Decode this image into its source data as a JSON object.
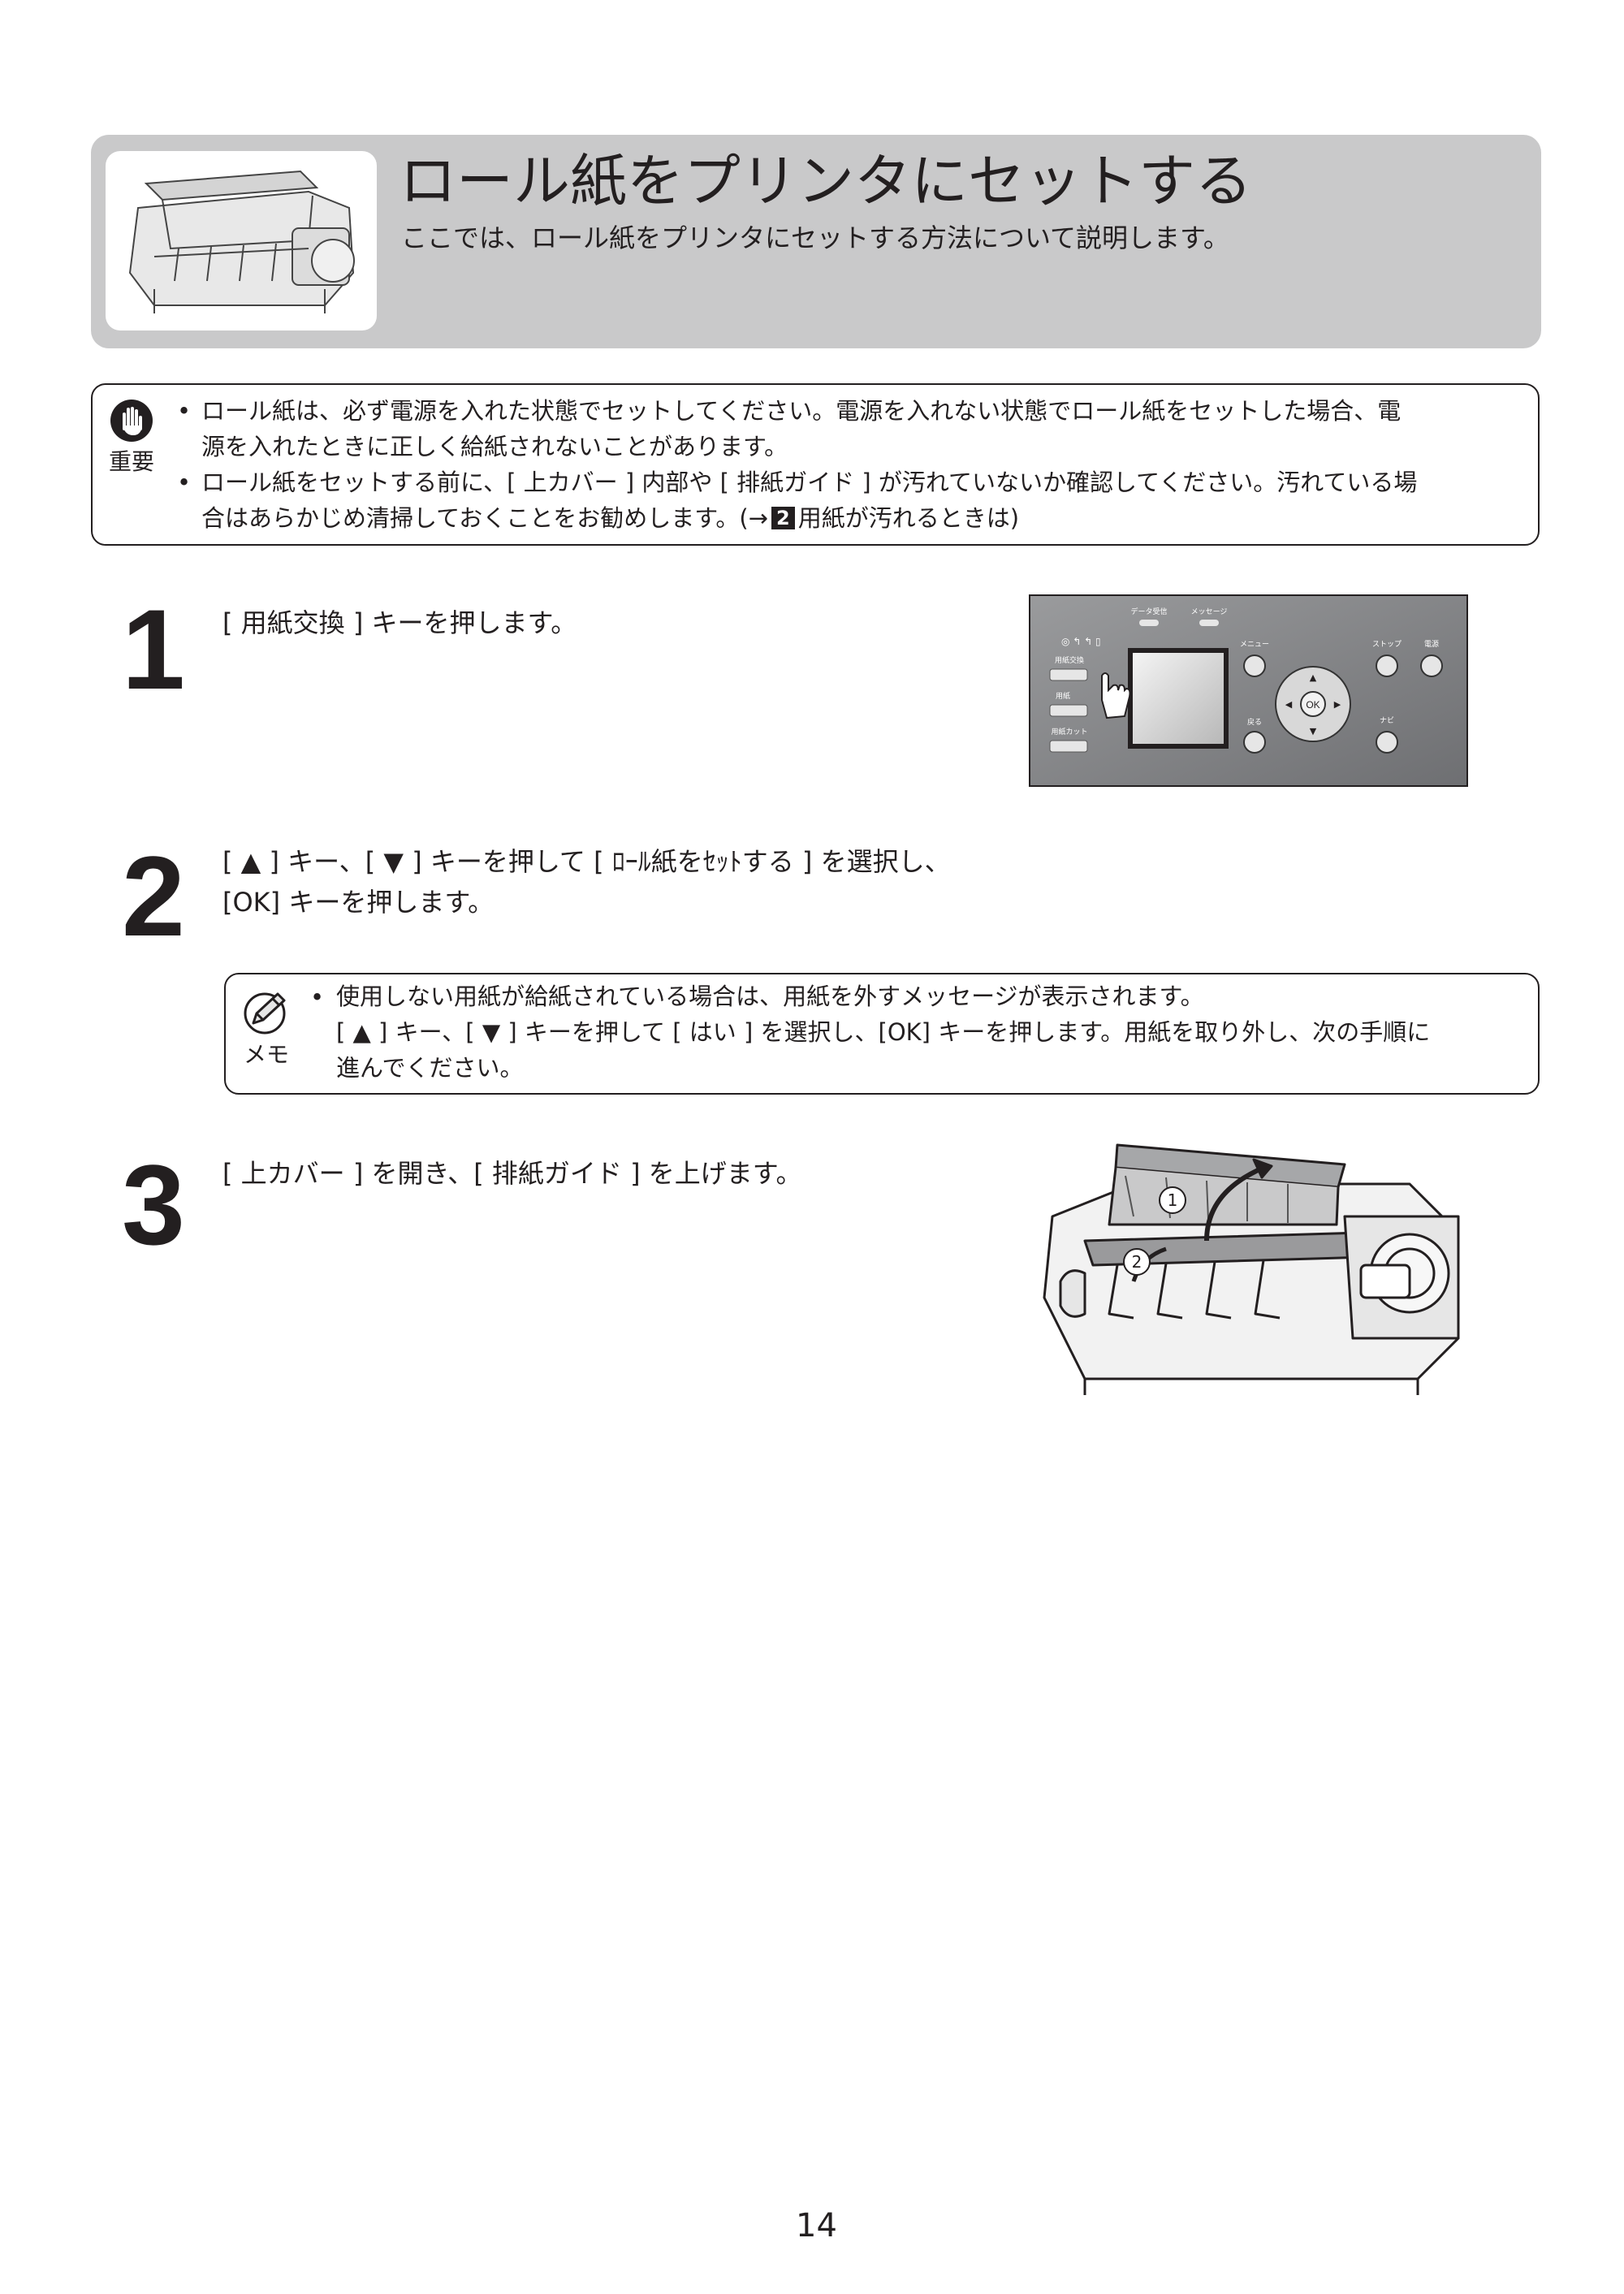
{
  "header": {
    "title": "ロール紙をプリンタにセットする",
    "subtitle": "ここでは、ロール紙をプリンタにセットする方法について説明します。"
  },
  "important": {
    "label": "重要",
    "bullets": [
      {
        "line1": "ロール紙は、必ず電源を入れた状態でセットしてください。電源を入れない状態でロール紙をセットした場合、電",
        "line2": "源を入れたときに正しく給紙されないことがあります。"
      },
      {
        "line1": "ロール紙をセットする前に、[ 上カバー ] 内部や [ 排紙ガイド ] が汚れていないか確認してください。汚れている場",
        "line2_prefix": "合はあらかじめ清掃しておくことをお勧めします。(→",
        "ref_number": "2",
        "line2_suffix": "用紙が汚れるときは)"
      }
    ]
  },
  "steps": [
    {
      "number": "1",
      "text": "[ 用紙交換 ] キーを押します。"
    },
    {
      "number": "2",
      "line1": "[ ▲ ] キー、[ ▼ ] キーを押して [ ﾛｰﾙ紙をｾｯﾄする ] を選択し、",
      "line2": "[OK] キーを押します。"
    },
    {
      "number": "3",
      "text": "[ 上カバー ] を開き、[ 排紙ガイド ] を上げます。"
    }
  ],
  "memo": {
    "label": "メモ",
    "line1": "使用しない用紙が給紙されている場合は、用紙を外すメッセージが表示されます。",
    "line2": "[ ▲ ] キー、[ ▼ ] キーを押して [ はい ] を選択し、[OK] キーを押します。用紙を取り外し、次の手順に",
    "line3": "進んでください。"
  },
  "control_panel": {
    "data_receive": "データ受信",
    "message": "メッセージ",
    "menu": "メニュー",
    "stop": "ストップ",
    "power": "電源",
    "paper_change": "用紙交換",
    "paper_select": "用紙",
    "paper_cut": "用紙カット",
    "back": "戻る",
    "navi": "ナビ",
    "ok": "OK"
  },
  "printer_callouts": [
    "1",
    "2"
  ],
  "page_number": "14"
}
